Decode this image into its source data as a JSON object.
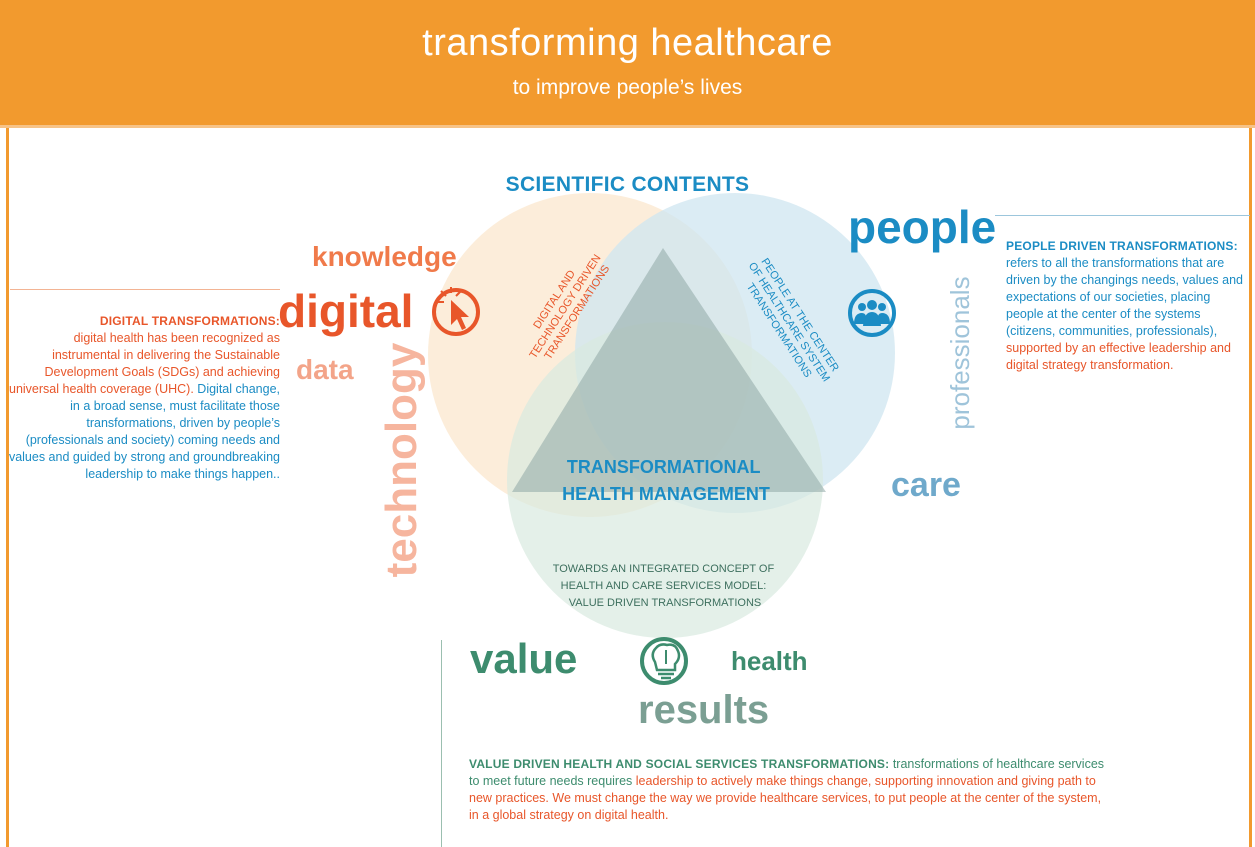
{
  "header": {
    "title": "transforming healthcare",
    "subtitle": "to improve people’s lives"
  },
  "section_title": "SCIENTIFIC CONTENTS",
  "words": {
    "knowledge": "knowledge",
    "digital": "digital",
    "data": "data",
    "technology": "technology",
    "people": "people",
    "professionals": "professionals",
    "care": "care",
    "value": "value",
    "health": "health",
    "results": "results"
  },
  "circles": {
    "digital_label": [
      "DIGITAL AND",
      "TECHNOLOGY DRIVEN",
      "TRANSFORMATIONS"
    ],
    "people_label": [
      "PEOPLE AT THE CENTER",
      "OF HEALTHCARE SYSTEM",
      "TRANSFORMATIONS"
    ],
    "value_label": [
      "TOWARDS AN INTEGRATED CONCEPT OF",
      "HEALTH AND CARE SERVICES MODEL:",
      "VALUE DRIVEN TRANSFORMATIONS"
    ]
  },
  "center": {
    "line1": "TRANSFORMATIONAL",
    "line2": "HEALTH MANAGEMENT"
  },
  "left_panel": {
    "heading": "DIGITAL TRANSFORMATIONS:",
    "body1": "digital health has been recognized as instrumental in delivering the Sustainable Development Goals (SDGs) and achieving universal health coverage (UHC).",
    "body2": "Digital change, in a broad sense, must facilitate those transformations, driven by people’s (professionals and society) coming needs and values and guided by strong and groundbreaking leadership to make things happen.."
  },
  "right_panel": {
    "heading": "PEOPLE DRIVEN TRANSFORMATIONS:",
    "body1": "refers to all the transformations that are driven by the changings needs, values and expectations of our societies, placing people at the center of the systems (citizens, communities, professionals),",
    "body2": "supported by an effective leadership and digital strategy transformation."
  },
  "bottom_panel": {
    "heading": "VALUE DRIVEN HEALTH AND SOCIAL SERVICES TRANSFORMATIONS:",
    "body1": "transformations of healthcare services to meet future needs requires",
    "body2": "leadership to actively make things change, supporting innovation and giving path to new practices. We must change the way we provide healthcare services, to put people at the center of the system, in a global strategy on digital health."
  },
  "colors": {
    "orange": "#f29a2e",
    "red_orange": "#e8562a",
    "salmon": "#f3a489",
    "blue": "#1b8cc4",
    "light_blue": "#6fa9cb",
    "green": "#3d8c6e",
    "grey_green": "#7b9f93"
  },
  "icons": {
    "digital": "cursor-click-icon",
    "people": "group-people-icon",
    "value": "brain-lightbulb-icon"
  }
}
